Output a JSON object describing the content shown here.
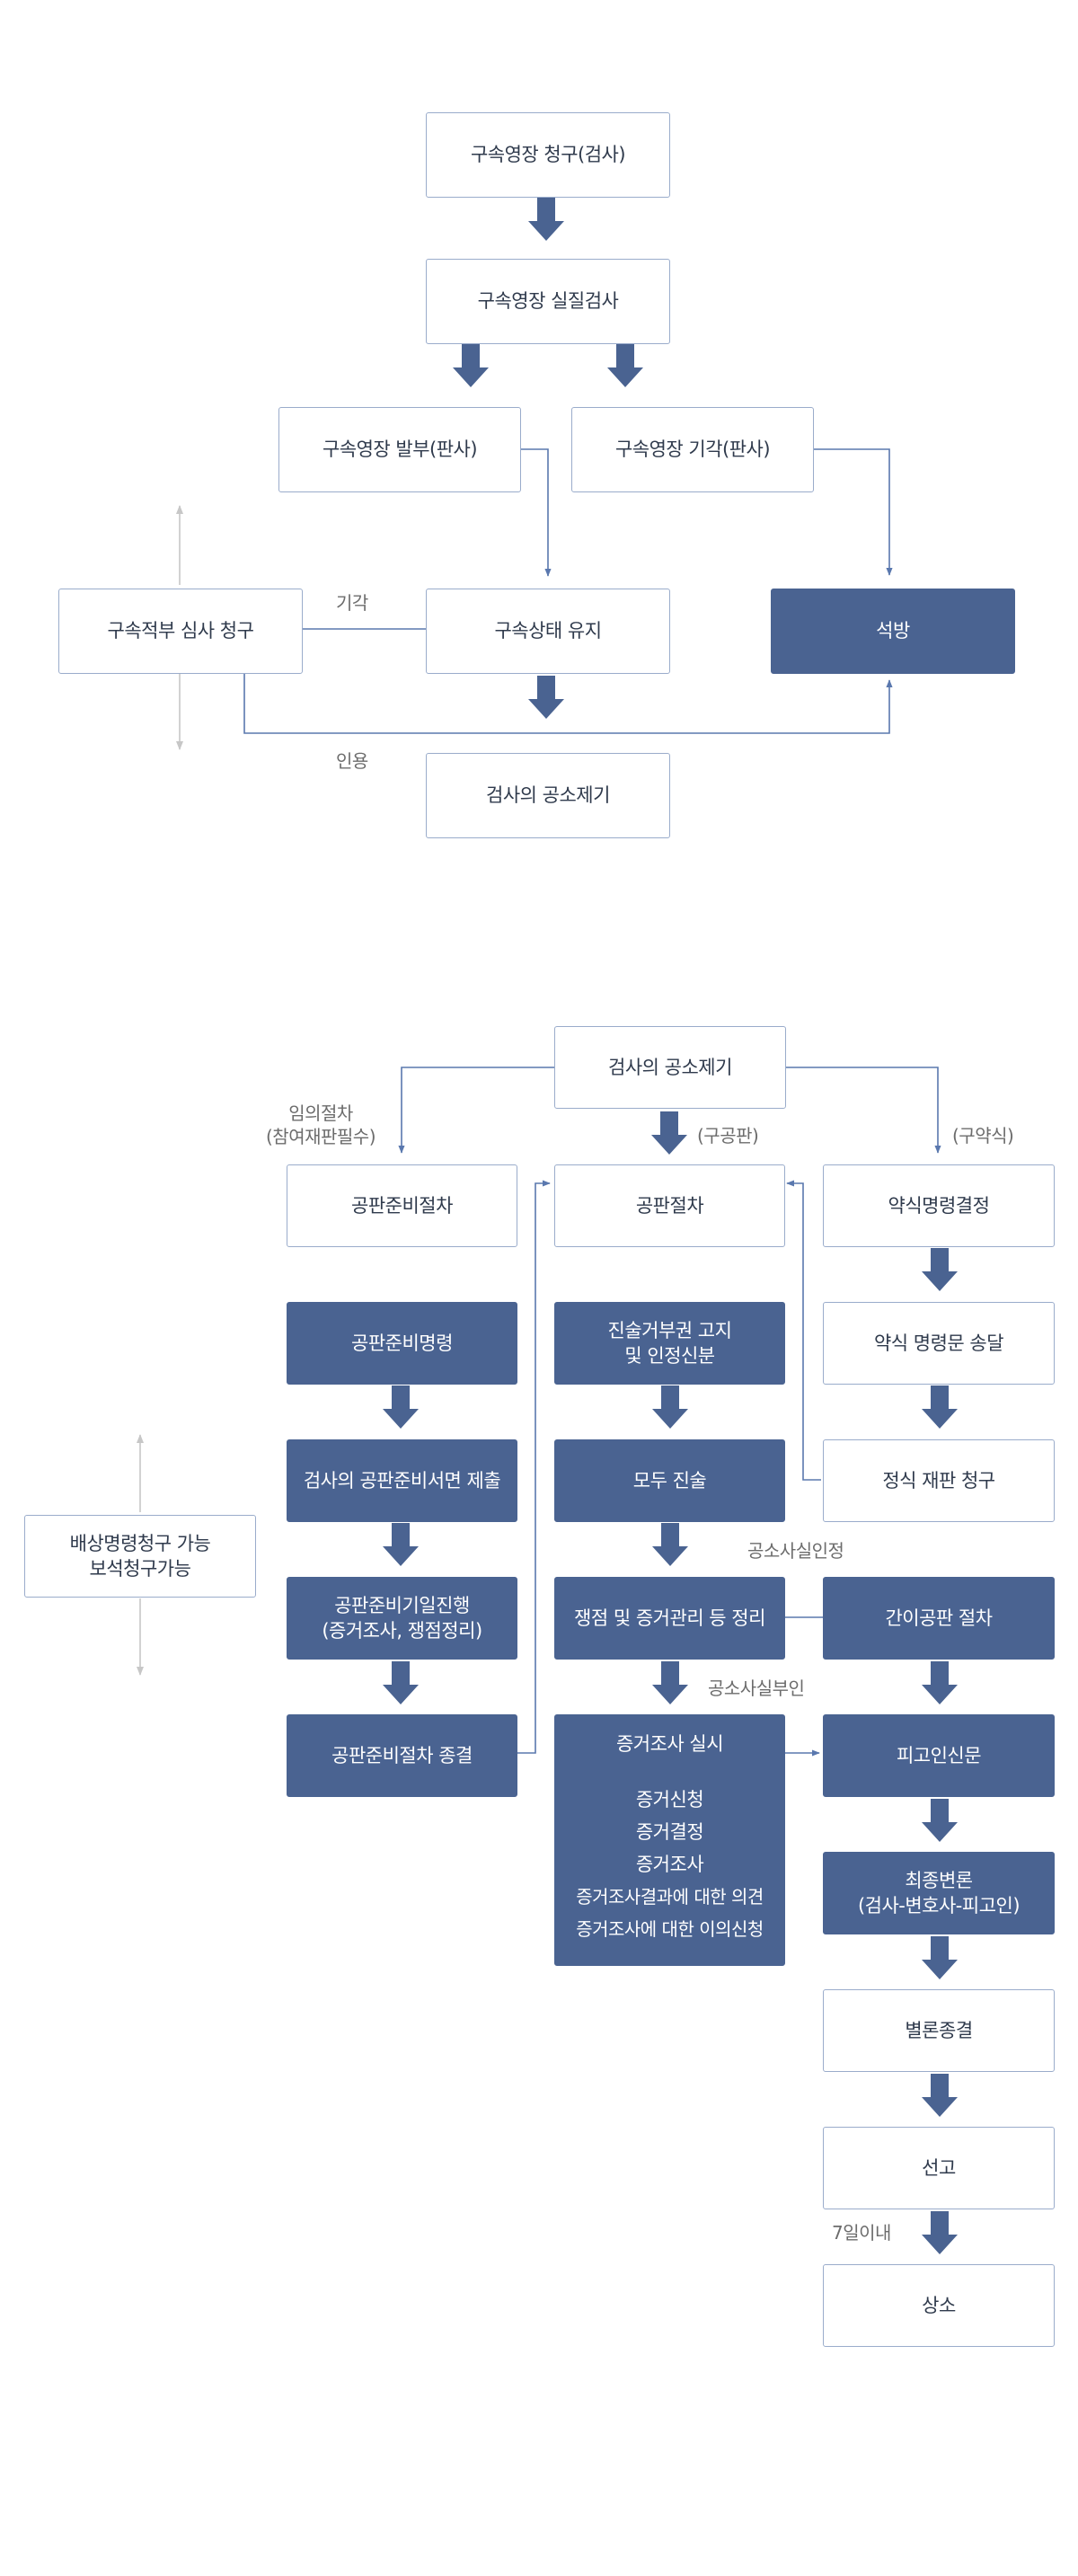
{
  "flow1": {
    "warrant_request": "구속영장 청구(검사)",
    "substantive_review": "구속영장 실질검사",
    "warrant_issued": "구속영장 발부(판사)",
    "warrant_rejected": "구속영장 기각(판사)",
    "review_request": "구속적부 심사 청구",
    "detention_maintained": "구속상태 유지",
    "release": "석방",
    "indictment": "검사의 공소제기",
    "label_rejected": "기각",
    "label_accepted": "인용"
  },
  "flow2": {
    "indictment": "검사의 공소제기",
    "label_optional": [
      "임의절차",
      "(참여재판필수)"
    ],
    "label_trial": "(구공판)",
    "label_summary": "(구약식)",
    "pretrial_procedure": "공판준비절차",
    "trial_procedure": "공판절차",
    "summary_order_decision": "약식명령결정",
    "pretrial_order": "공판준비명령",
    "prosecutor_pretrial_document": "검사의 공판준비서면 제출",
    "pretrial_hearing": [
      "공판준비기일진행",
      "(증거조사, 쟁점정리)"
    ],
    "pretrial_end": "공판준비절차 종결",
    "right_notice": [
      "진술거부권 고지",
      "및 인정신분"
    ],
    "opening_statement": "모두 진술",
    "issue_evidence_arrangement": "쟁점 및 증거관리 등 정리",
    "evidence_examination": {
      "title": "증거조사 실시",
      "items": [
        "증거신청",
        "증거결정",
        "증거조사",
        "증거조사결과에 대한 의견",
        "증거조사에 대한 이의신청"
      ]
    },
    "summary_order_delivery": "약식 명령문 송달",
    "formal_trial_request": "정식 재판 청구",
    "simplified_trial": "간이공판 절차",
    "defendant_examination": "피고인신문",
    "final_argument": [
      "최종변론",
      "(검사-변호사-피고인)"
    ],
    "closing": "별론종결",
    "sentencing": "선고",
    "appeal": "상소",
    "side_note": [
      "배상명령청구 가능",
      "보석청구가능"
    ],
    "label_admit": "공소사실인정",
    "label_deny": "공소사실부인",
    "label_within_7days": "7일이내"
  },
  "colors": {
    "dark_fill": "#4a6391",
    "border": "#9aaccb",
    "connector": "#5a78ae",
    "muted_arrow": "#c7c7c7"
  }
}
